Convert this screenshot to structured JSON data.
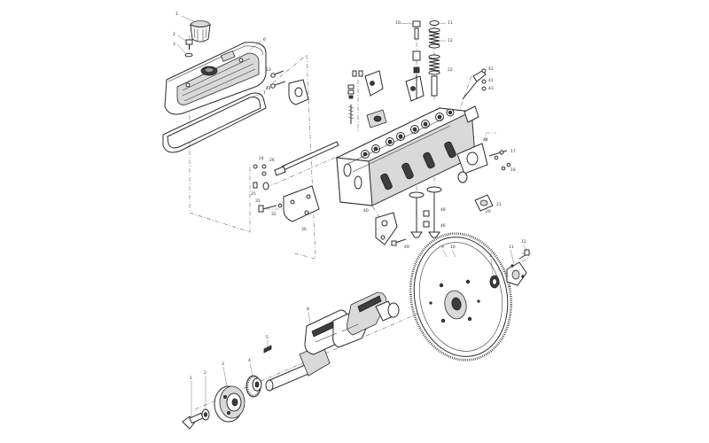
{
  "labels": [
    {
      "id": "cap",
      "text": "1"
    },
    {
      "id": "cap-screw",
      "text": "2"
    },
    {
      "id": "cap-washer",
      "text": "3"
    },
    {
      "id": "cover",
      "text": "6"
    },
    {
      "id": "cover-gasket",
      "text": "7"
    },
    {
      "id": "cyl-bolt-a",
      "text": "13"
    },
    {
      "id": "cyl-bolt-b",
      "text": "14"
    },
    {
      "id": "spring-top",
      "text": "10"
    },
    {
      "id": "spring-retainer",
      "text": "11"
    },
    {
      "id": "spring-mid",
      "text": "12"
    },
    {
      "id": "spring-low",
      "text": "22"
    },
    {
      "id": "injector",
      "text": "42"
    },
    {
      "id": "side-gasket-a",
      "text": "41"
    },
    {
      "id": "side-gasket-b",
      "text": "43"
    },
    {
      "id": "cyl-nut",
      "text": "44"
    },
    {
      "id": "thermo",
      "text": "21"
    },
    {
      "id": "thermo-b",
      "text": "20"
    },
    {
      "id": "side-stud",
      "text": "17"
    },
    {
      "id": "side-stud-b",
      "text": "18"
    },
    {
      "id": "valve-a",
      "text": "48"
    },
    {
      "id": "valve-b",
      "text": "46"
    },
    {
      "id": "lift-bracket",
      "text": "40"
    },
    {
      "id": "lift-bolt",
      "text": "49"
    },
    {
      "id": "rocker-shaft",
      "text": "24"
    },
    {
      "id": "rocker-stud",
      "text": "25"
    },
    {
      "id": "rocker-plug",
      "text": "26"
    },
    {
      "id": "end-plate",
      "text": "30"
    },
    {
      "id": "end-bolt",
      "text": "31"
    },
    {
      "id": "end-bolt-b",
      "text": "32"
    },
    {
      "id": "crank-bolt",
      "text": "1"
    },
    {
      "id": "crank-washer",
      "text": "2"
    },
    {
      "id": "pulley",
      "text": "3"
    },
    {
      "id": "timing-gear",
      "text": "4"
    },
    {
      "id": "woodruff-key",
      "text": "5"
    },
    {
      "id": "crankshaft",
      "text": "8"
    },
    {
      "id": "flywheel",
      "text": "9"
    },
    {
      "id": "ring-gear",
      "text": "10"
    },
    {
      "id": "bearing",
      "text": "5"
    },
    {
      "id": "flange",
      "text": "11"
    },
    {
      "id": "flange-bolt",
      "text": "12"
    }
  ]
}
